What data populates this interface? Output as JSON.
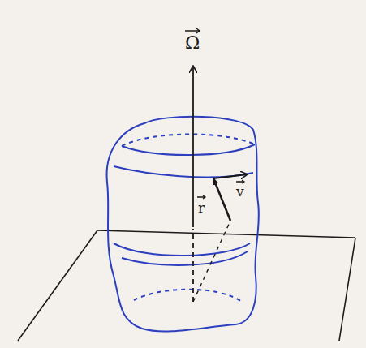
{
  "diagram": {
    "labels": [
      "Ω",
      "r",
      "v"
    ]
  }
}
